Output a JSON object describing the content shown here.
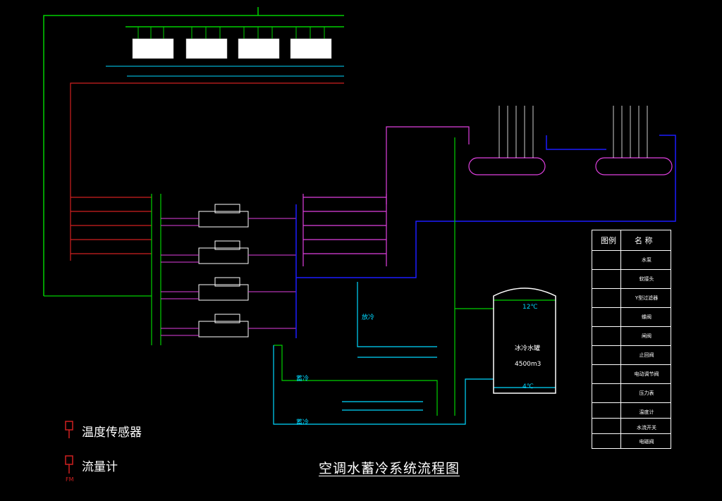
{
  "title": "空调水蓄冷系统流程图",
  "legend": {
    "temp_sensor": "温度传感器",
    "flow_meter": "流量计",
    "flow_meter_tag": "FM"
  },
  "tank": {
    "name": "冰冷水罐",
    "volume": "4500m3",
    "top_temp": "12℃",
    "bottom_temp": "4℃"
  },
  "pipe_labels": {
    "discharge": "放冷",
    "charge_a": "蓄冷",
    "charge_b": "蓄冷"
  },
  "symbol_table": {
    "col_symbol": "图例",
    "col_name": "名 称",
    "rows": [
      "水泵",
      "软接头",
      "Y型过滤器",
      "蝶阀",
      "闸阀",
      "止回阀",
      "电动调节阀",
      "压力表",
      "温度计",
      "水流开关",
      "电磁阀"
    ]
  },
  "colors": {
    "chilled_supply": "#00d000",
    "condenser": "#d02020",
    "pump_line": "#e040e0",
    "storage": "#00d8ff",
    "main_blue": "#1c1cff",
    "title_underline": "#ffffff"
  }
}
